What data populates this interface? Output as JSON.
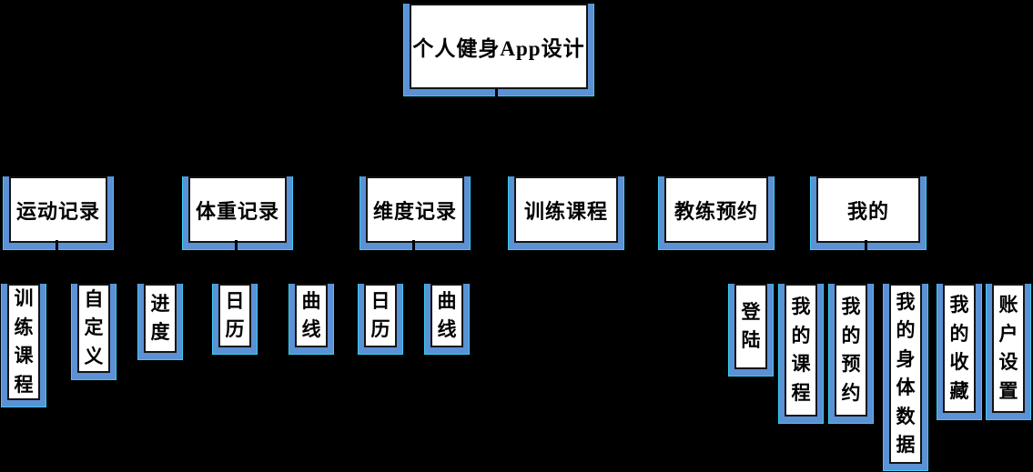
{
  "title": "个人健身App设计",
  "root": {
    "label": "个人健身App设计"
  },
  "level2": [
    {
      "label": "运动记录"
    },
    {
      "label": "体重记录"
    },
    {
      "label": "维度记录"
    },
    {
      "label": "训练课程"
    },
    {
      "label": "教练预约"
    },
    {
      "label": "我的"
    }
  ],
  "level3": [
    {
      "label": "训练课程",
      "parent": "运动记录"
    },
    {
      "label": "自定义",
      "parent": "运动记录"
    },
    {
      "label": "进度",
      "parent": "体重记录"
    },
    {
      "label": "日历",
      "parent": "体重记录"
    },
    {
      "label": "曲线",
      "parent": "体重记录"
    },
    {
      "label": "日历",
      "parent": "维度记录"
    },
    {
      "label": "曲线",
      "parent": "维度记录"
    },
    {
      "label": "登陆",
      "parent": "教练预约"
    },
    {
      "label": "我的课程",
      "parent": "我的"
    },
    {
      "label": "我的预约",
      "parent": "我的"
    },
    {
      "label": "我的身体数据",
      "parent": "我的"
    },
    {
      "label": "我的收藏",
      "parent": "我的"
    },
    {
      "label": "账户设置",
      "parent": "我的"
    }
  ],
  "colors": {
    "background": "#000000",
    "box_fill": "#ffffff",
    "box_border": "#141414",
    "shadow_blue": "#5b91d5",
    "glow_cyan": "#38cdf5",
    "connector": "#000000",
    "text": "#000000"
  }
}
